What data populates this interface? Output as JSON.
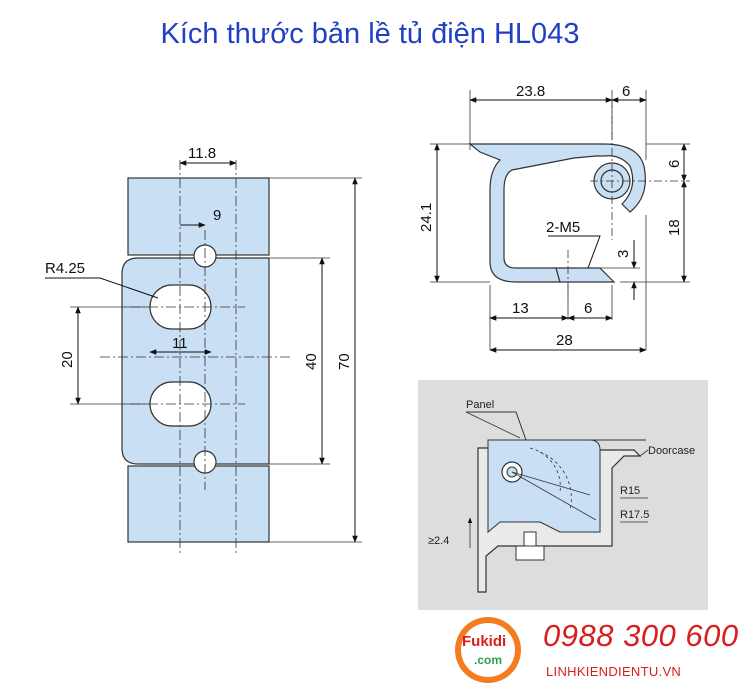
{
  "title": "Kích thước bản lề tủ điện HL043",
  "front_view": {
    "dims": {
      "width_top": "11.8",
      "hole_offset": "9",
      "radius": "R4.25",
      "slot_spacing": "11",
      "slot_pitch": "20",
      "inner_height": "40",
      "total_height": "70"
    }
  },
  "side_view": {
    "dims": {
      "top_width": "23.8",
      "top_right": "6",
      "right_top": "6",
      "total_height": "24.1",
      "right_height": "18",
      "thread": "2-M5",
      "small_offset": "3",
      "bottom_left": "13",
      "bottom_right": "6",
      "total_width": "28"
    }
  },
  "install_view": {
    "labels": {
      "panel": "Panel",
      "doorcase": "Doorcase",
      "r15": "R15",
      "r175": "R17.5",
      "gap": "≥2.4"
    }
  },
  "brand": {
    "logo_top": "Fukidi",
    "logo_bottom": ".com",
    "phone": "0988 300 600",
    "website": "LINHKIENDIENTU.VN"
  },
  "colors": {
    "title": "#1f3fc4",
    "part_fill": "#c8dff4",
    "brand_red": "#d81e1e",
    "logo_orange": "#f47b20"
  }
}
